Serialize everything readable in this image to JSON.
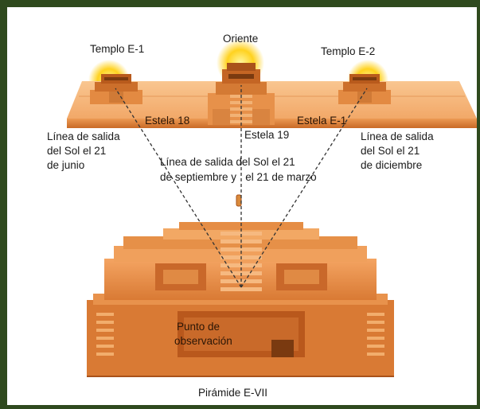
{
  "labels": {
    "temple_e1": "Templo E-1",
    "oriente": "Oriente",
    "temple_e2": "Templo E-2",
    "stela_18": "Estela 18",
    "stela_19": "Estela 19",
    "stela_e1": "Estela E-1",
    "sunrise_june": [
      "Línea de salida",
      "del Sol el 21",
      "de junio"
    ],
    "sunrise_equinox": [
      "Línea de salida del Sol el 21",
      "de septiembre y   el 21 de marzo"
    ],
    "sunrise_december": [
      "Línea de salida",
      "del Sol el 21",
      "de diciembre"
    ],
    "observation_point": [
      "Punto de",
      "observación"
    ],
    "pyramid": "Pirámide E-VII"
  },
  "colors": {
    "border": "#2f4a1e",
    "sun_glow": "#ffe14d",
    "stone_light": "#f7b070",
    "stone_mid": "#e88a3c",
    "stone_dark": "#b85a1c",
    "sight_line": "#333333"
  }
}
